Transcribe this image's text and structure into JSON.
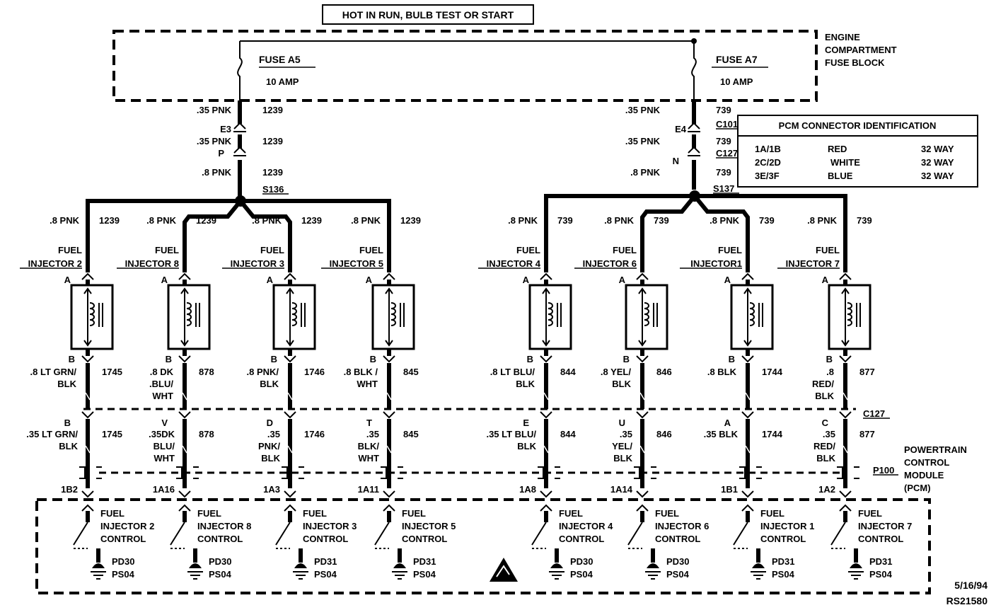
{
  "header": {
    "title": "HOT IN RUN,  BULB TEST OR START"
  },
  "fuse_block": {
    "label_lines": [
      "ENGINE",
      "COMPARTMENT",
      "FUSE BLOCK"
    ]
  },
  "fuses": [
    {
      "name": "FUSE A5",
      "rating": "10 AMP"
    },
    {
      "name": "FUSE A7",
      "rating": "10 AMP"
    }
  ],
  "left_feed": {
    "wire1": ".35 PNK",
    "circuit1": "1239",
    "pin_e": "E3",
    "wire2": ".35 PNK",
    "circuit2": "1239",
    "pin_c127": "P",
    "wire3": ".8 PNK",
    "circuit3": "1239",
    "splice": "S136"
  },
  "right_feed": {
    "wire1": ".35 PNK",
    "circuit1": "739",
    "conn1": "C101",
    "pin_e": "E4",
    "wire2": ".35 PNK",
    "circuit2": "739",
    "conn2": "C127",
    "pin_c127": "N",
    "wire3": ".8 PNK",
    "circuit3": "739",
    "splice": "S137"
  },
  "pcm_id": {
    "title": "PCM CONNECTOR IDENTIFICATION",
    "rows": [
      {
        "conn": "1A/1B",
        "color": "RED",
        "size": "32 WAY"
      },
      {
        "conn": "2C/2D",
        "color": "WHITE",
        "size": "32 WAY"
      },
      {
        "conn": "3E/3F",
        "color": "BLUE",
        "size": "32 WAY"
      }
    ]
  },
  "injectors": [
    {
      "name1": "FUEL",
      "name2": "INJECTOR 2",
      "feed_wire": ".8 PNK",
      "feed_circuit": "1239",
      "pin_a": "A",
      "pin_b": "B",
      "out_wire": [
        ".8 LT GRN/",
        "BLK"
      ],
      "out_circuit": "1745",
      "c127_pin": "B",
      "pcm_wire": [
        ".35 LT GRN/",
        "BLK"
      ],
      "pcm_circuit": "1745",
      "pcm_pin": "1B2",
      "control": [
        "FUEL",
        "INJECTOR 2",
        "CONTROL"
      ],
      "ground": [
        "PD30",
        "PS04"
      ]
    },
    {
      "name1": "FUEL",
      "name2": "INJECTOR 8",
      "feed_wire": ".8 PNK",
      "feed_circuit": "1239",
      "pin_a": "A",
      "pin_b": "B",
      "out_wire": [
        ".8 DK",
        ".BLU/",
        "WHT"
      ],
      "out_circuit": "878",
      "c127_pin": "V",
      "pcm_wire": [
        ".35DK",
        "BLU/",
        "WHT"
      ],
      "pcm_circuit": "878",
      "pcm_pin": "1A16",
      "control": [
        "FUEL",
        "INJECTOR 8",
        "CONTROL"
      ],
      "ground": [
        "PD30",
        "PS04"
      ]
    },
    {
      "name1": "FUEL",
      "name2": "INJECTOR 3",
      "feed_wire": ".8 PNK",
      "feed_circuit": "1239",
      "pin_a": "A",
      "pin_b": "B",
      "out_wire": [
        ".8 PNK/",
        "BLK"
      ],
      "out_circuit": "1746",
      "c127_pin": "D",
      "pcm_wire": [
        ".35",
        "PNK/",
        "BLK"
      ],
      "pcm_circuit": "1746",
      "pcm_pin": "1A3",
      "control": [
        "FUEL",
        "INJECTOR 3",
        "CONTROL"
      ],
      "ground": [
        "PD31",
        "PS04"
      ]
    },
    {
      "name1": "FUEL",
      "name2": "INJECTOR 5",
      "feed_wire": ".8 PNK",
      "feed_circuit": "1239",
      "pin_a": "A",
      "pin_b": "B",
      "out_wire": [
        ".8 BLK /",
        "WHT"
      ],
      "out_circuit": "845",
      "c127_pin": "T",
      "pcm_wire": [
        ".35",
        "BLK/",
        "WHT"
      ],
      "pcm_circuit": "845",
      "pcm_pin": "1A11",
      "control": [
        "FUEL",
        "INJECTOR 5",
        "CONTROL"
      ],
      "ground": [
        "PD31",
        "PS04"
      ]
    },
    {
      "name1": "FUEL",
      "name2": "INJECTOR 4",
      "feed_wire": ".8 PNK",
      "feed_circuit": "739",
      "pin_a": "A",
      "pin_b": "B",
      "out_wire": [
        ".8 LT BLU/",
        "BLK"
      ],
      "out_circuit": "844",
      "c127_pin": "E",
      "pcm_wire": [
        ".35 LT BLU/",
        "BLK"
      ],
      "pcm_circuit": "844",
      "pcm_pin": "1A8",
      "control": [
        "FUEL",
        "INJECTOR 4",
        "CONTROL"
      ],
      "ground": [
        "PD30",
        "PS04"
      ]
    },
    {
      "name1": "FUEL",
      "name2": "INJECTOR 6",
      "feed_wire": ".8 PNK",
      "feed_circuit": "739",
      "pin_a": "A",
      "pin_b": "B",
      "out_wire": [
        ".8 YEL/",
        "BLK"
      ],
      "out_circuit": "846",
      "c127_pin": "U",
      "pcm_wire": [
        ".35",
        "YEL/",
        "BLK"
      ],
      "pcm_circuit": "846",
      "pcm_pin": "1A14",
      "control": [
        "FUEL",
        "INJECTOR 6",
        "CONTROL"
      ],
      "ground": [
        "PD30",
        "PS04"
      ]
    },
    {
      "name1": "FUEL",
      "name2": "INJECTOR1",
      "feed_wire": ".8 PNK",
      "feed_circuit": "739",
      "pin_a": "A",
      "pin_b": "B",
      "out_wire": [
        ".8 BLK"
      ],
      "out_circuit": "1744",
      "c127_pin": "A",
      "pcm_wire": [
        ".35 BLK"
      ],
      "pcm_circuit": "1744",
      "pcm_pin": "1B1",
      "control": [
        "FUEL",
        "INJECTOR 1",
        "CONTROL"
      ],
      "ground": [
        "PD31",
        "PS04"
      ]
    },
    {
      "name1": "FUEL",
      "name2": "INJECTOR 7",
      "feed_wire": ".8 PNK",
      "feed_circuit": "739",
      "pin_a": "A",
      "pin_b": "B",
      "out_wire": [
        ".8",
        "RED/",
        "BLK"
      ],
      "out_circuit": "877",
      "c127_pin": "C",
      "pcm_wire": [
        ".35",
        "RED/",
        "BLK"
      ],
      "pcm_circuit": "877",
      "pcm_pin": "1A2",
      "control": [
        "FUEL",
        "INJECTOR 7",
        "CONTROL"
      ],
      "ground": [
        "PD31",
        "PS04"
      ]
    }
  ],
  "c127_label": "C127",
  "p100_label": "P100",
  "pcm_module": {
    "label_lines": [
      "POWERTRAIN",
      "CONTROL",
      "MODULE",
      "(PCM)"
    ]
  },
  "footer": {
    "date": "5/16/94",
    "code": "RS21580"
  }
}
